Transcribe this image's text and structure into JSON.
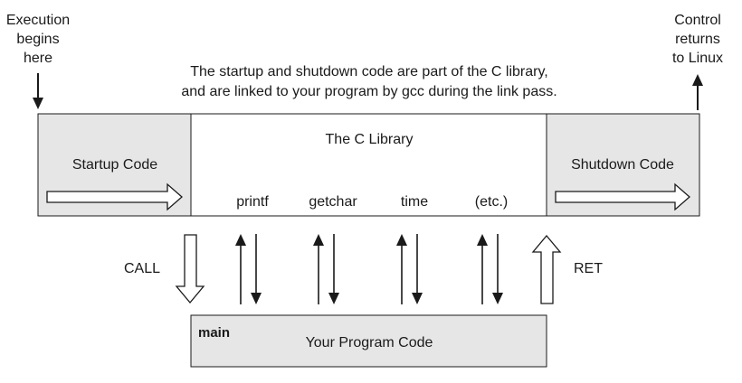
{
  "labels": {
    "execution_begins": [
      "Execution",
      "begins",
      "here"
    ],
    "control_returns": [
      "Control",
      "returns",
      "to Linux"
    ],
    "caption": [
      "The startup and shutdown code are part of the C library,",
      "and are linked to your program by gcc during the link pass."
    ],
    "startup_code": "Startup Code",
    "c_library": "The C Library",
    "shutdown_code": "Shutdown Code",
    "functions": [
      "printf",
      "getchar",
      "time",
      "(etc.)"
    ],
    "call": "CALL",
    "ret": "RET",
    "main": "main",
    "program_code": "Your Program Code"
  },
  "colors": {
    "shaded_box": "#e6e6e6",
    "stroke": "#1a1a1a",
    "background": "#ffffff"
  }
}
